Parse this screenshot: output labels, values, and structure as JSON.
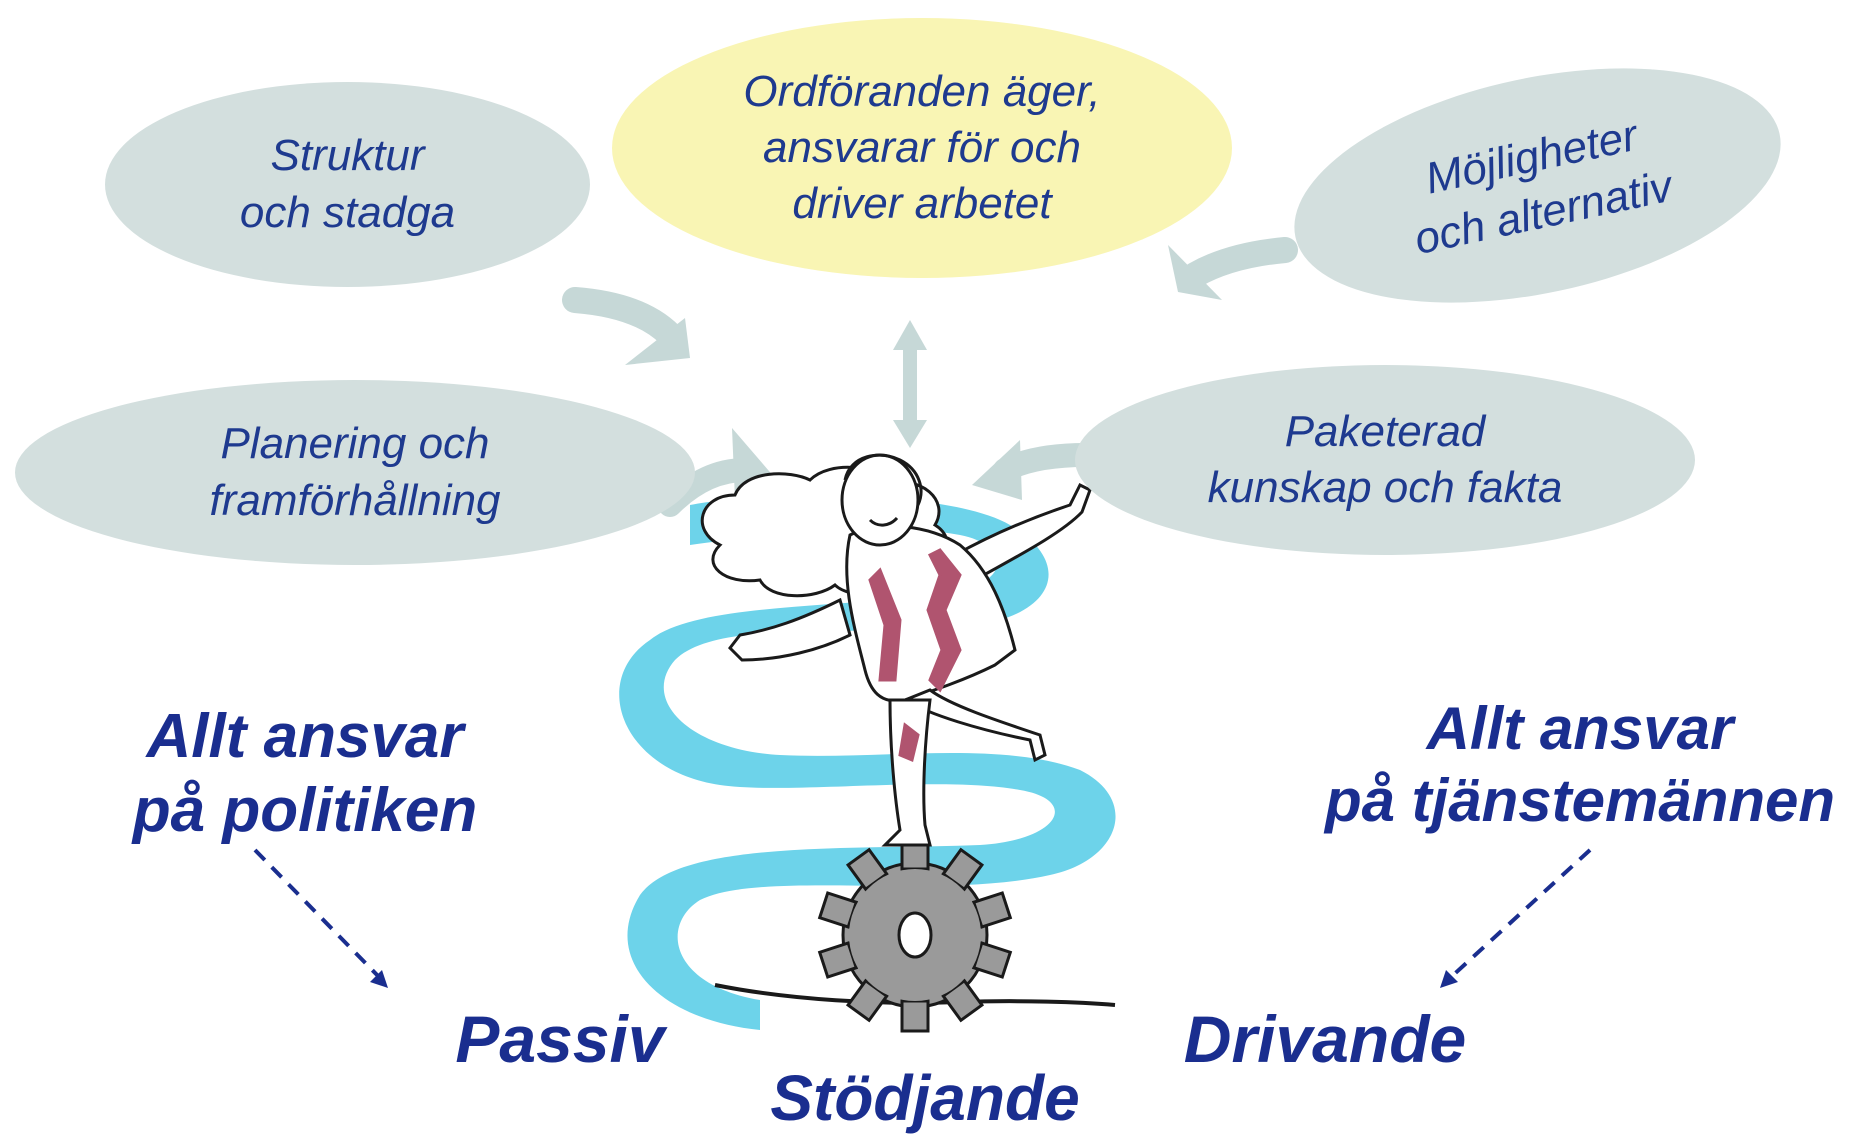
{
  "bubbles": {
    "center": "Ordföranden äger,\nansvarar för och\ndriver arbetet",
    "top_left": "Struktur\noch stadga",
    "top_right": "Möjligheter\noch alternativ",
    "mid_left": "Planering och\nframförhållning",
    "mid_right": "Paketerad\nkunskap och fakta"
  },
  "labels": {
    "left_responsibility": "Allt ansvar\npå politiken",
    "right_responsibility": "Allt ansvar\npå tjänstemännen",
    "passive": "Passiv",
    "supportive": "Stödjande",
    "driving": "Drivande"
  },
  "colors": {
    "bubble": "#d3dfde",
    "center_bubble": "#f9f5b4",
    "text": "#1e3a8f",
    "arrow": "#c6d8d7",
    "water": "#6dd3ea",
    "gear": "#9a9a9a",
    "suit_accent": "#b0546f"
  },
  "icons": {
    "figure": "balancing-man-on-gear-illustration"
  }
}
